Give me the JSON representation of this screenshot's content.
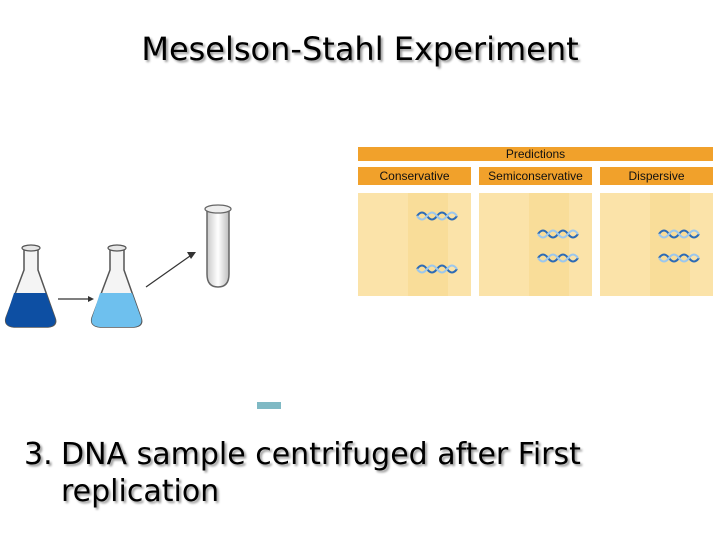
{
  "title": "Meselson-Stahl Experiment",
  "predictions": {
    "header": "Predictions",
    "columns": [
      {
        "label": "Conservative"
      },
      {
        "label": "Semiconservative"
      },
      {
        "label": "Dispersive"
      }
    ]
  },
  "caption": {
    "number": "3.",
    "text": "DNA sample centrifuged after First replication"
  },
  "colors": {
    "flask_heavy": "#0d4fa3",
    "flask_light": "#6ec0ee",
    "panel_orange": "#f1a12b",
    "panel_body": "#fbe3a9",
    "dna_blue": "#2d6bb5",
    "band": "#7fb9c4"
  }
}
